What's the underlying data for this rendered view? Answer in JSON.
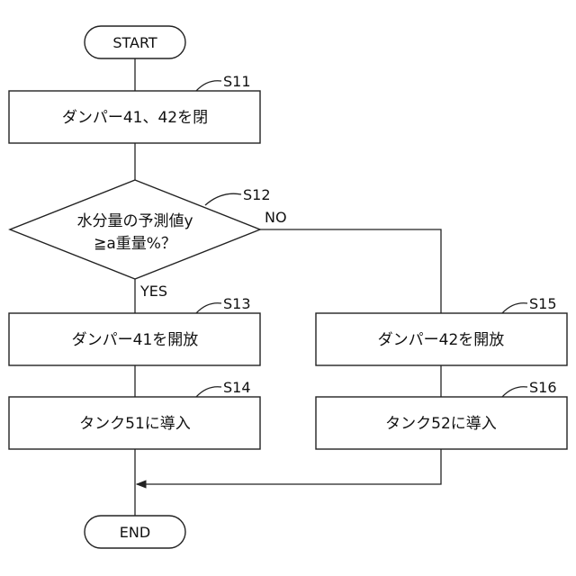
{
  "flowchart": {
    "start": "START",
    "end": "END",
    "steps": {
      "s11": {
        "id": "S11",
        "text": "ダンパー41、42を閉"
      },
      "s12": {
        "id": "S12",
        "line1": "水分量の予測値y",
        "line2": "≧a重量%？",
        "no_label": "NO",
        "yes_label": "YES"
      },
      "s13": {
        "id": "S13",
        "text": "ダンパー41を開放"
      },
      "s14": {
        "id": "S14",
        "text": "タンク51に導入"
      },
      "s15": {
        "id": "S15",
        "text": "ダンパー42を開放"
      },
      "s16": {
        "id": "S16",
        "text": "タンク52に導入"
      }
    }
  }
}
